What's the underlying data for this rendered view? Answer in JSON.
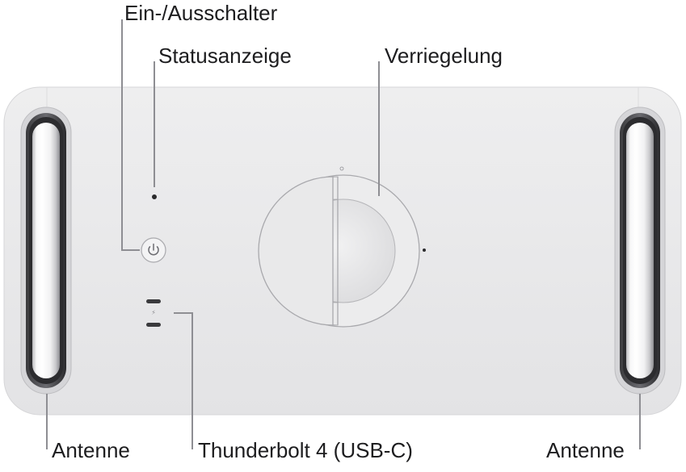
{
  "callouts": {
    "power_switch": "Ein-/Ausschalter",
    "status_indicator": "Statusanzeige",
    "lock": "Verriegelung",
    "antenna_left": "Antenne",
    "thunderbolt": "Thunderbolt 4 (USB-C)",
    "antenna_right": "Antenne"
  },
  "colors": {
    "chassis": "#eaeaeb",
    "leader_line": "#8e8e93",
    "text": "#1d1d1f"
  },
  "icons": {
    "power": "power-icon",
    "thunderbolt": "thunderbolt-icon"
  }
}
